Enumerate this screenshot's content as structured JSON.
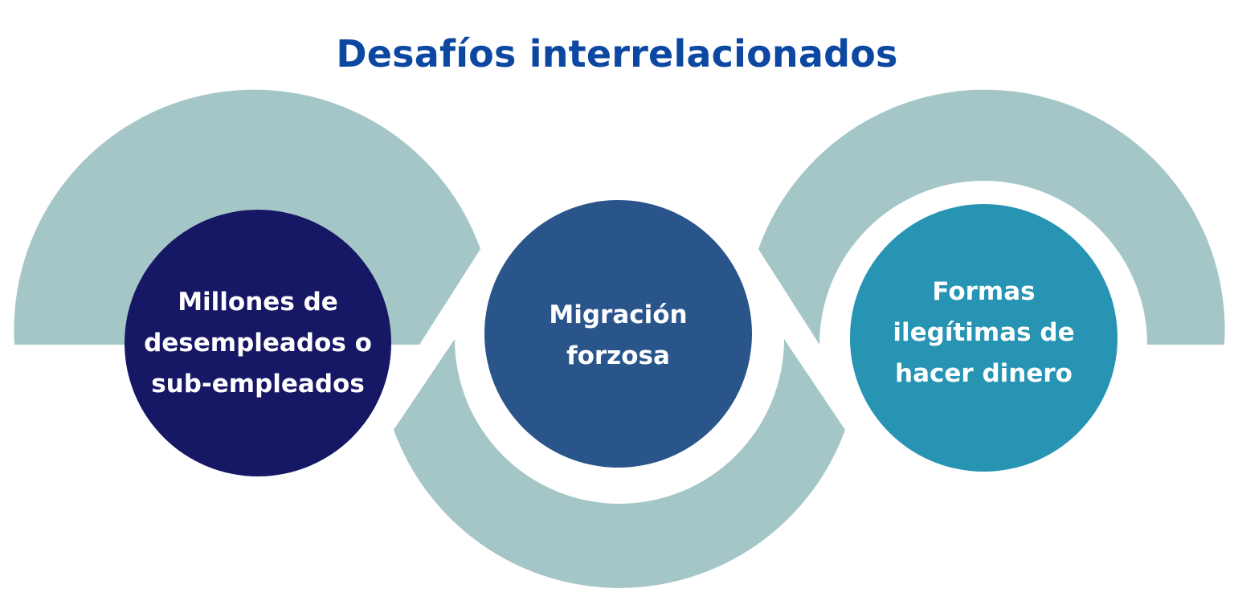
{
  "title": "Desafíos interrelacionados",
  "colors": {
    "title": "#0c47a1",
    "arc": "#a5c6c7",
    "circle_1": "#171865",
    "circle_2": "#2a558b",
    "circle_3": "#2794b3",
    "circle_text": "#ffffff"
  },
  "items": [
    {
      "label": "Millones de desempleados o sub-empleados"
    },
    {
      "label": "Migración forzosa"
    },
    {
      "label": "Formas ilegítimas de hacer dinero"
    }
  ]
}
